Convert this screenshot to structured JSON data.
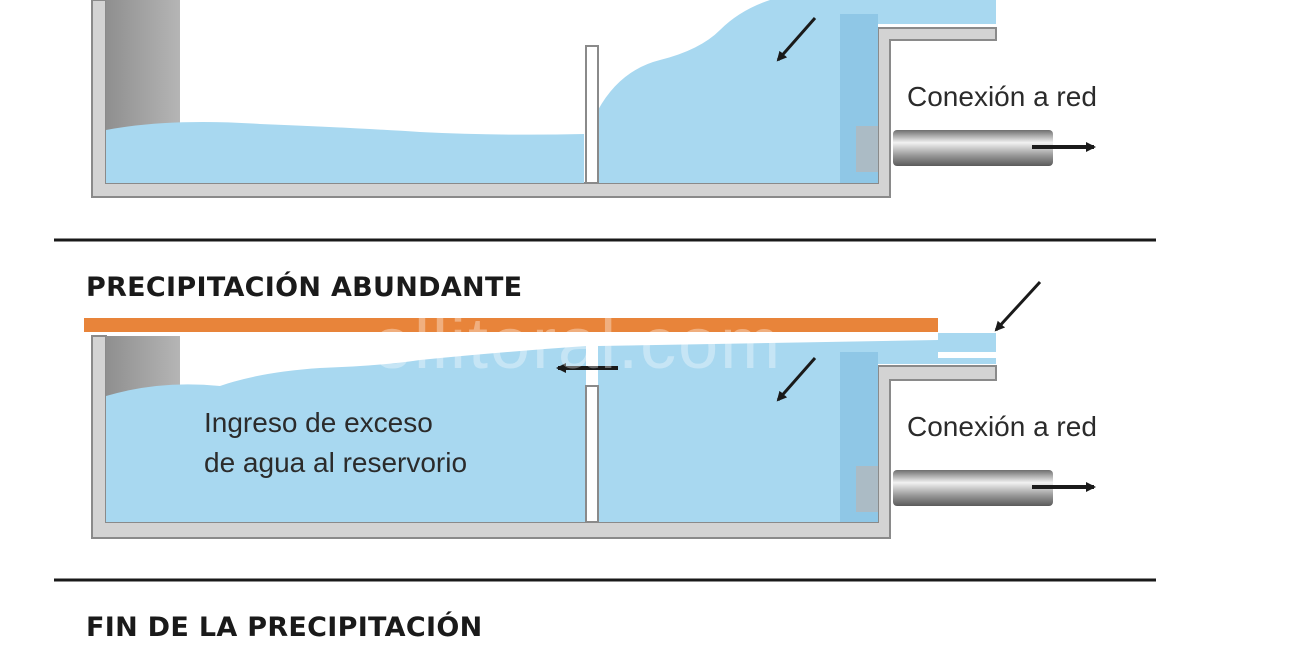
{
  "sections": [
    {
      "title": "",
      "connection_label": "Conexión a red",
      "overflow_label_lines": []
    },
    {
      "title": "PRECIPITACIÓN ABUNDANTE",
      "connection_label": "Conexión a red",
      "overflow_label_lines": [
        "Ingreso de exceso",
        "de agua al reservorio"
      ]
    },
    {
      "title": "FIN DE LA PRECIPITACIÓN"
    }
  ],
  "watermark": "ellitoral.com",
  "colors": {
    "water": "#a8d8f0",
    "water_dark": "#8fc7e6",
    "tank_wall": "#d0d0d0",
    "tank_edge": "#8a8a8a",
    "roof": "#e8843a",
    "pipe": "#8d8d8d",
    "divider": "#1a1a1a",
    "arrow": "#1a1a1a"
  }
}
